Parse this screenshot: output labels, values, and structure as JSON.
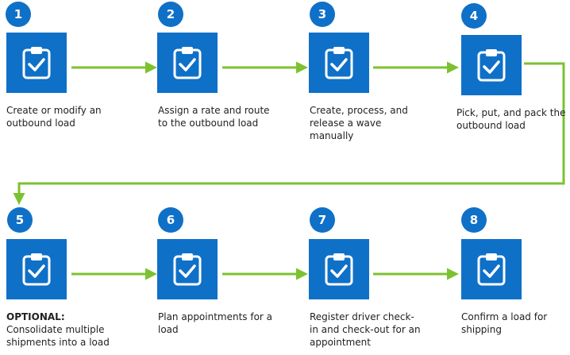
{
  "colors": {
    "tile": "#0f70c8",
    "arrow": "#7cc230",
    "text": "#222222"
  },
  "steps": [
    {
      "number": "1",
      "icon": "clipboard-check-icon",
      "label": "Create or modify an outbound load"
    },
    {
      "number": "2",
      "icon": "clipboard-check-icon",
      "label": "Assign a rate and route to the outbound load"
    },
    {
      "number": "3",
      "icon": "clipboard-check-icon",
      "label": "Create, process, and release a wave manually"
    },
    {
      "number": "4",
      "icon": "clipboard-check-icon",
      "label": "Pick, put, and pack the outbound load"
    },
    {
      "number": "5",
      "icon": "clipboard-check-icon",
      "prefix": "OPTIONAL:",
      "label": "Consolidate multiple shipments into a load"
    },
    {
      "number": "6",
      "icon": "clipboard-check-icon",
      "label": "Plan appointments for a load"
    },
    {
      "number": "7",
      "icon": "clipboard-check-icon",
      "label": "Register driver check-in and check-out for an appointment"
    },
    {
      "number": "8",
      "icon": "clipboard-check-icon",
      "label": "Confirm a load for shipping"
    }
  ]
}
